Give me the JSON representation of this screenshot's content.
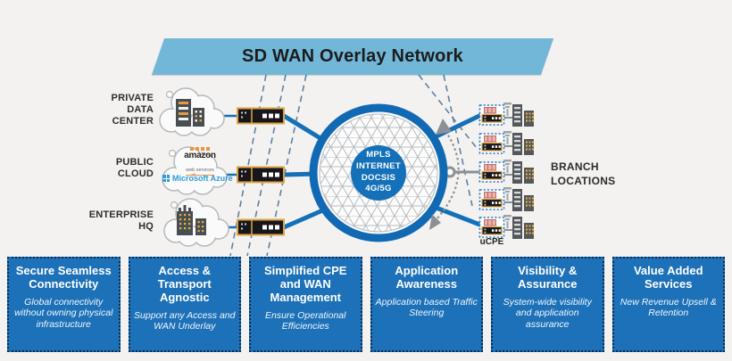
{
  "banner": {
    "title": "SD WAN Overlay Network"
  },
  "colors": {
    "banner_blue": "#72b7d8",
    "link_blue": "#1470b8",
    "box_blue": "#1d71b8",
    "box_border_navy": "#0c2c50",
    "dashed_overlay": "#5f81a3",
    "gray_line": "#8b9096",
    "device_border_orange": "#dca445",
    "building_gray": "#53575c",
    "window_yellow": "#e8b23c",
    "azure_blue": "#2e9bd6",
    "aws_orange": "#e8953a"
  },
  "icons": {
    "cloud": "cloud-outline-shape",
    "globe": "wireframe-globe-ring",
    "cpe": "black-appliance-orange-frame",
    "ucpe": "dashed-box-appliance",
    "building": "office-building-glyph",
    "antenna": "small-antenna-glyph",
    "redirect_arrow": "dotted-arc-double-arrow"
  },
  "sites": {
    "private_dc": {
      "label": "PRIVATE\nDATA\nCENTER"
    },
    "public_cloud": {
      "label": "PUBLIC\nCLOUD",
      "aws_line1": "amazon",
      "aws_line2": "web services",
      "azure": "Microsoft Azure"
    },
    "enterprise_hq": {
      "label": "ENTERPRISE\nHQ"
    }
  },
  "core": {
    "label": "MPLS\nINTERNET\nDOCSIS\n4G/5G"
  },
  "branches": {
    "label": "BRANCH\nLOCATIONS",
    "ucpe_label": "uCPE",
    "count": 5
  },
  "benefits": [
    {
      "title": "Secure Seamless Connectivity",
      "subtitle": "Global connectivity without owning physical infrastructure"
    },
    {
      "title": "Access & Transport Agnostic",
      "subtitle": "Support any Access and WAN Underlay"
    },
    {
      "title": "Simplified CPE and WAN Management",
      "subtitle": "Ensure Operational Efficiencies"
    },
    {
      "title": "Application Awareness",
      "subtitle": "Application based Traffic Steering"
    },
    {
      "title": "Visibility & Assurance",
      "subtitle": "System-wide visibility and application assurance"
    },
    {
      "title": "Value Added Services",
      "subtitle": "New Revenue Upsell & Retention"
    }
  ]
}
